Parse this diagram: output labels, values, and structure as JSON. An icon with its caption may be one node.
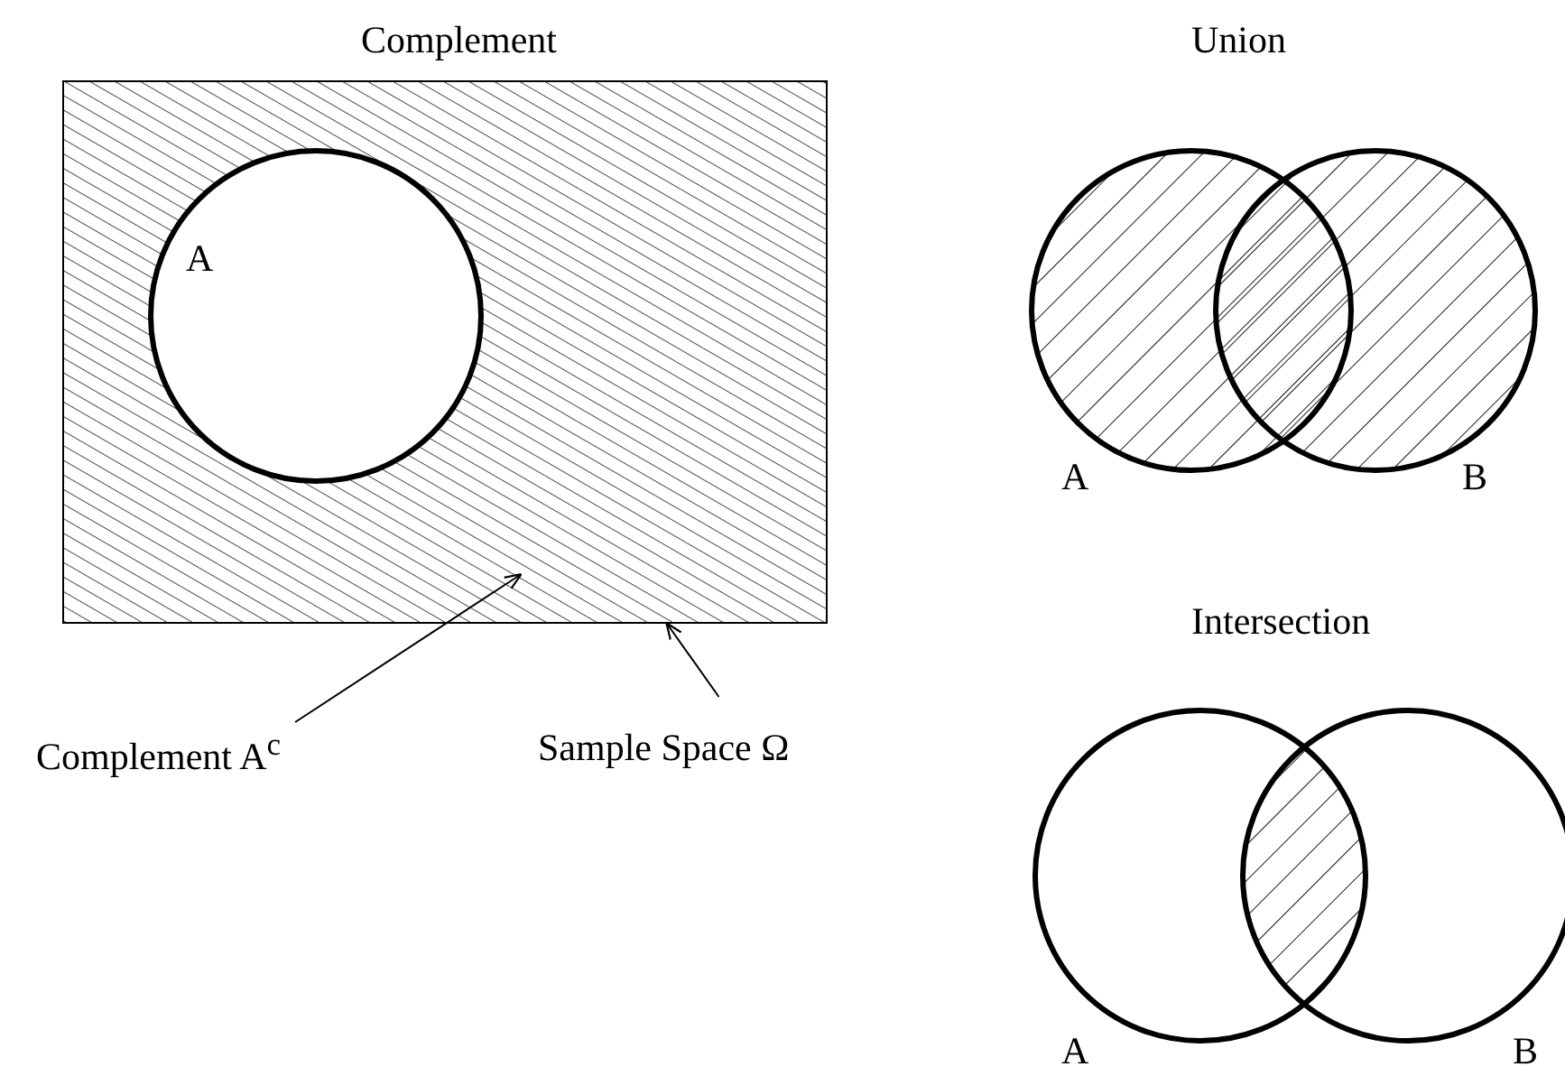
{
  "diagram": {
    "nodes": [
      {
        "text": [],
        "shape": "box"
      },
      {
        "text": [
          "A"
        ],
        "in": 0
      },
      {
        "text": [
          "Complement A$^{c}$"
        ]
      },
      {
        "text": [
          "Sample Space Ω"
        ]
      },
      {
        "text": [],
        "shape": "circle",
        "beside": [
          "A"
        ]
      },
      {
        "text": [],
        "shape": "circle",
        "beside": [
          "B"
        ]
      },
      {
        "text": [],
        "shape": "circle",
        "beside": [
          "A"
        ]
      },
      {
        "text": [],
        "shape": "circle",
        "beside": [
          "B"
        ]
      }
    ],
    "edges": [
      {
        "from": 2,
        "to": 0,
        "arrow": "to"
      },
      {
        "from": 3,
        "to": 0,
        "arrow": "to"
      }
    ],
    "labels": [
      "Complement",
      "Union",
      "Intersection"
    ]
  }
}
